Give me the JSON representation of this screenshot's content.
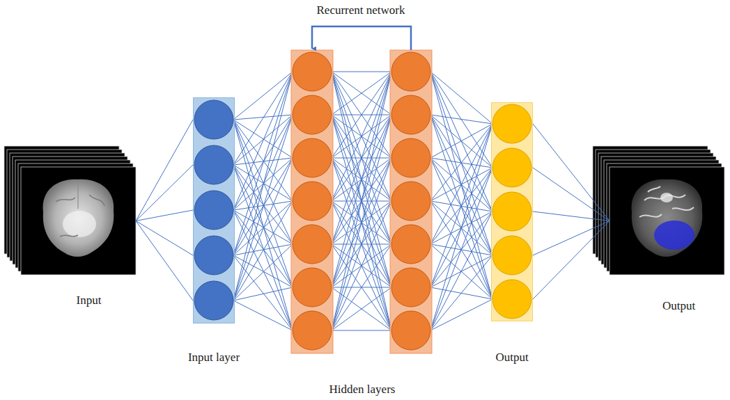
{
  "diagram": {
    "nodes": [
      {
        "text": [
          "Input"
        ]
      },
      {
        "text": [
          "Input layer"
        ]
      },
      {
        "text": [
          "Output"
        ]
      },
      {
        "text": [
          "Output"
        ]
      }
    ],
    "edges": [
      {
        "from": 0,
        "to": 1,
        "arrow": "none"
      },
      {
        "from": 2,
        "to": 3,
        "arrow": "none"
      }
    ],
    "labels": [
      "Recurrent network",
      "Hidden layers"
    ]
  }
}
